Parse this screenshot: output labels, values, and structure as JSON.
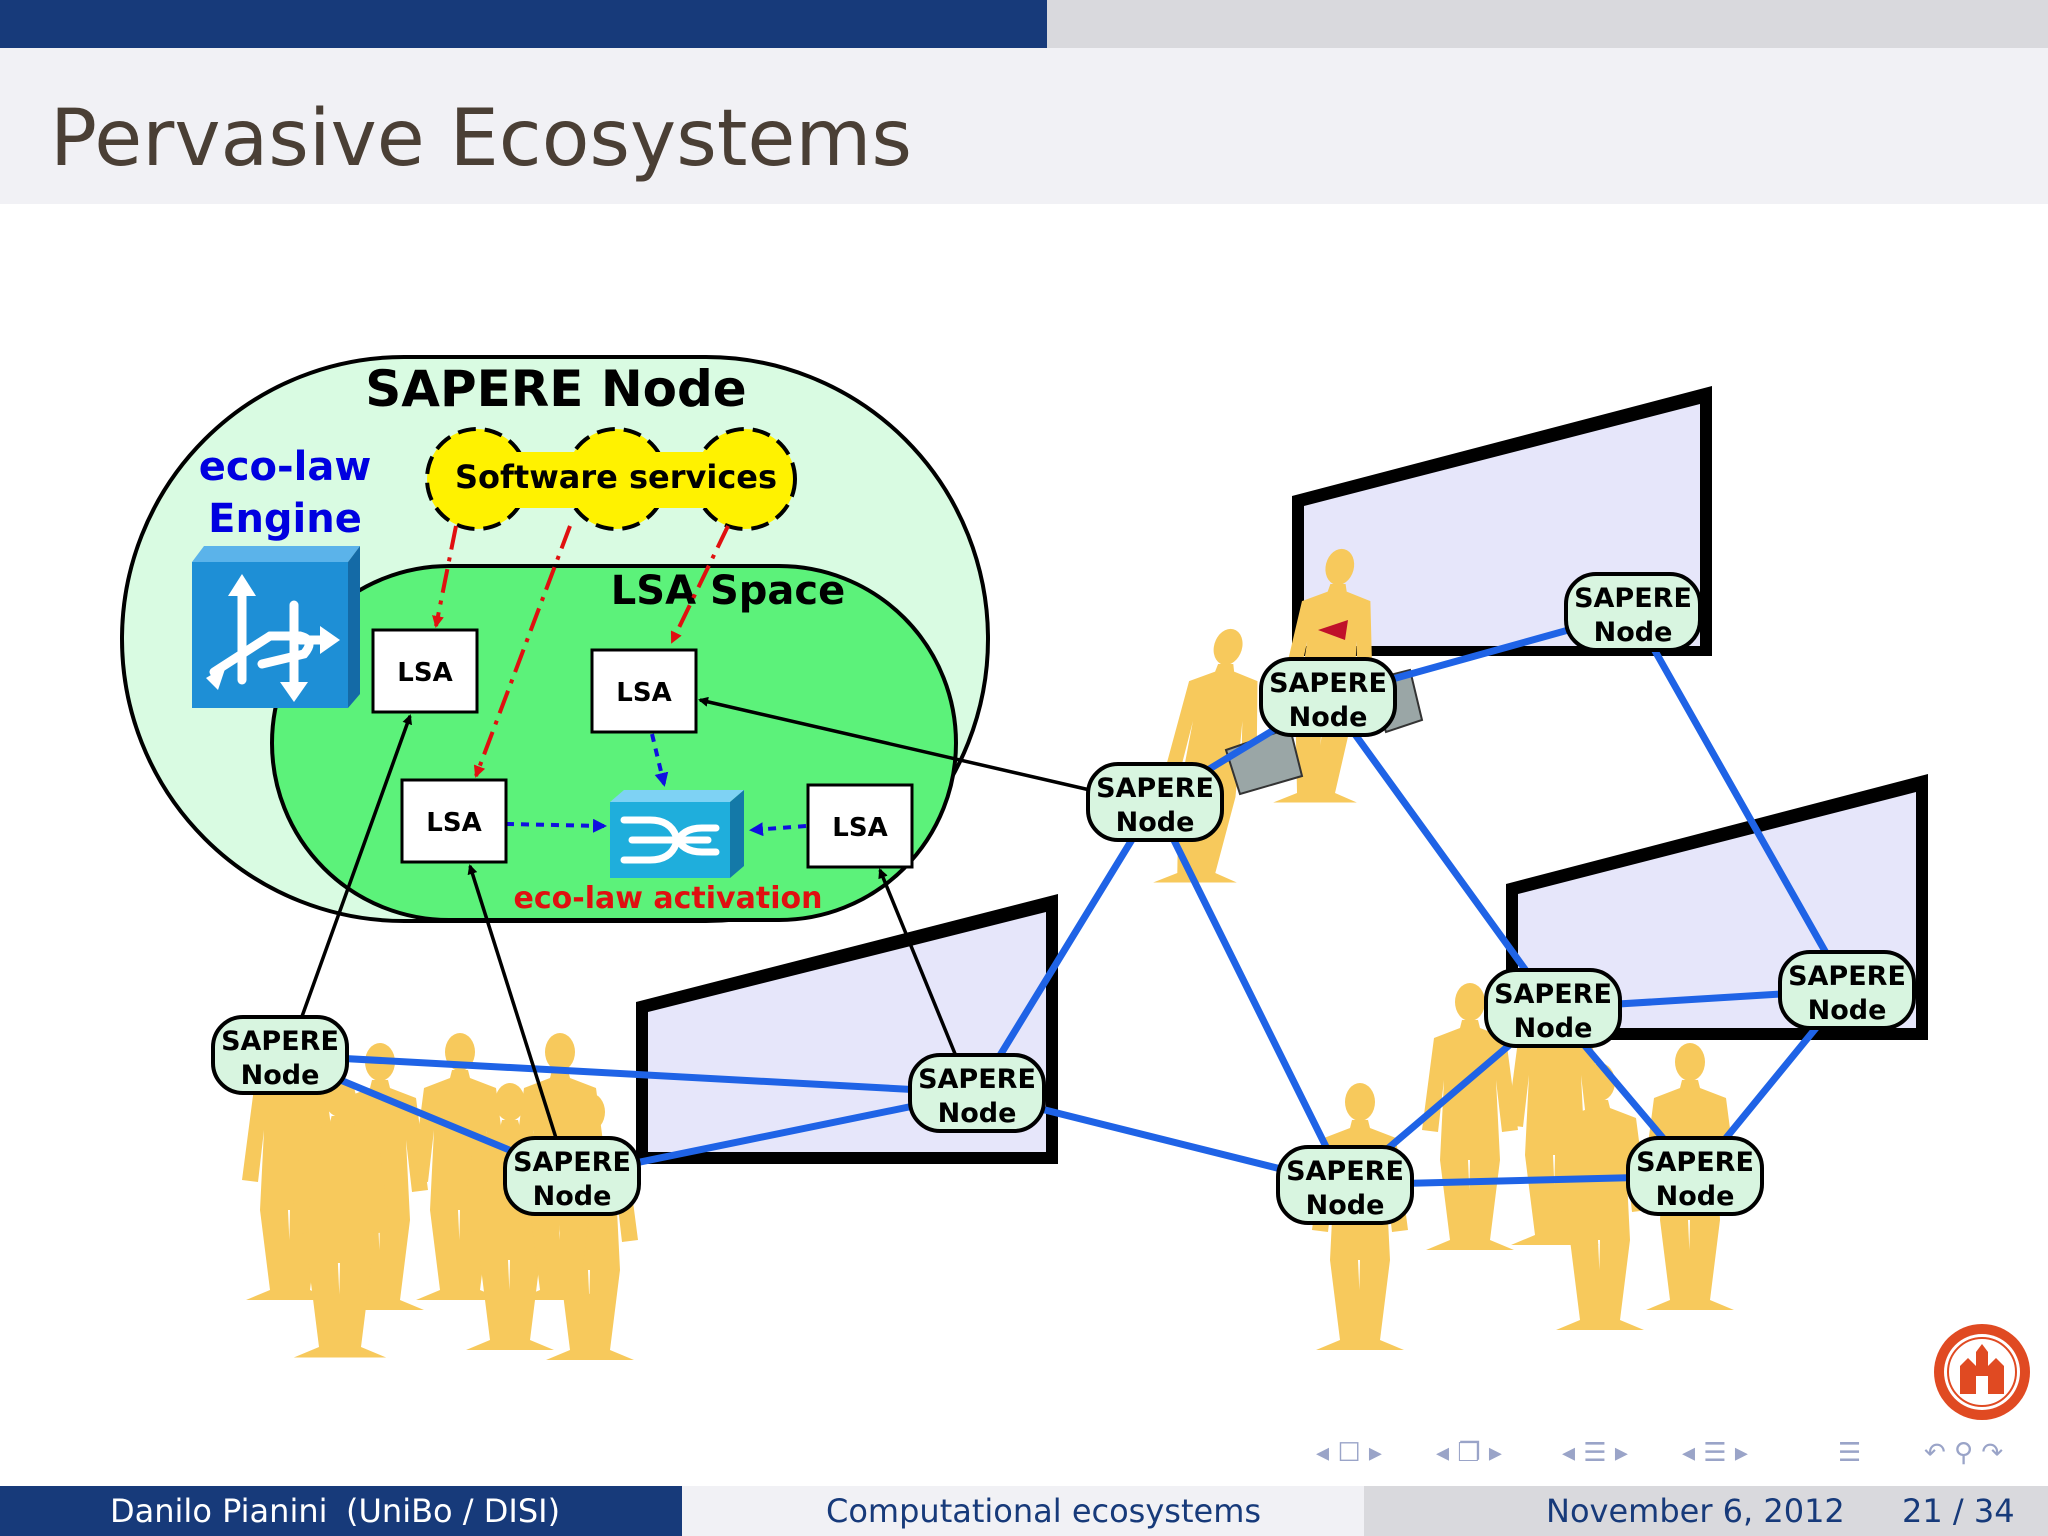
{
  "slide": {
    "title": "Pervasive Ecosystems",
    "progress_fraction": 0.5
  },
  "diagram": {
    "sapere_node_title": "SAPERE Node",
    "eco_law_engine_line1": "eco-law",
    "eco_law_engine_line2": "Engine",
    "software_services": "Software services",
    "lsa_space": "LSA Space",
    "lsa_label": "LSA",
    "eco_law_activation": "eco-law activation",
    "node_line1": "SAPERE",
    "node_line2": "Node"
  },
  "footer": {
    "author": "Danilo Pianini",
    "affiliation": "(UniBo / DISI)",
    "talk_title": "Computational ecosystems",
    "date": "November 6, 2012",
    "page": "21 / 34"
  },
  "colors": {
    "navy": "#173a7a",
    "blue_link": "#1f63e6",
    "node_fill": "#d8f5e0",
    "outer_node": "#d9fbe2",
    "lsa_space": "#5cf27a",
    "services": "#fff200",
    "person": "#f7c95c",
    "screen": "#e6e6fa",
    "red_arrow": "#e01010",
    "engine": "#1e8fd6"
  },
  "icons": {
    "seal": "university-seal-icon",
    "engine": "router-icon",
    "activation": "switch-icon"
  }
}
